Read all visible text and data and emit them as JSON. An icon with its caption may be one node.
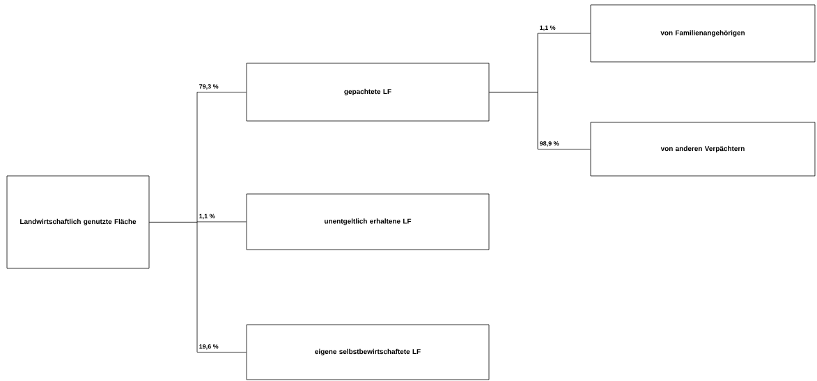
{
  "diagram": {
    "nodes": [
      {
        "text": [
          "Landwirtschaftlich genutzte Fläche"
        ]
      },
      {
        "text": [
          "gepachtete LF"
        ]
      },
      {
        "text": [
          "unentgeltlich erhaltene LF"
        ]
      },
      {
        "text": [
          "eigene selbstbewirtschaftete LF"
        ]
      },
      {
        "text": [
          "von Familienangehörigen"
        ]
      },
      {
        "text": [
          "von anderen Verpächtern"
        ]
      }
    ],
    "edges": [
      {
        "from": 0,
        "to": 1,
        "arrow": "none",
        "label": "79,3 %"
      },
      {
        "from": 0,
        "to": 2,
        "arrow": "none",
        "label": "1,1 %"
      },
      {
        "from": 0,
        "to": 3,
        "arrow": "none",
        "label": "19,6 %"
      },
      {
        "from": 1,
        "to": 4,
        "arrow": "none",
        "label": "1,1 %"
      },
      {
        "from": 1,
        "to": 5,
        "arrow": "none",
        "label": "98,9 %"
      }
    ]
  }
}
